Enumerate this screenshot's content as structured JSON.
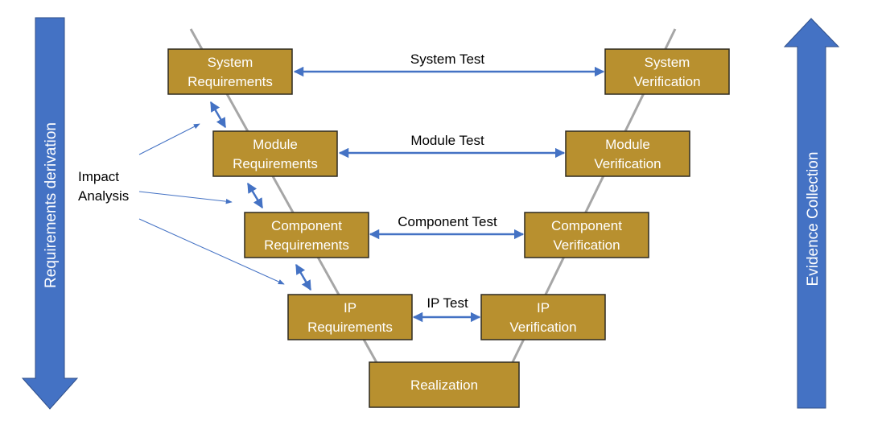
{
  "colors": {
    "box_fill": "#b8902f",
    "box_border": "#2e2a20",
    "arrow_blue": "#4472c4",
    "v_line": "#a6a6a6"
  },
  "side_arrows": {
    "left_label": "Requirements derivation",
    "right_label": "Evidence Collection"
  },
  "impact_analysis": {
    "line1": "Impact",
    "line2": "Analysis"
  },
  "levels": [
    {
      "left": {
        "line1": "System",
        "line2": "Requirements"
      },
      "test": "System Test",
      "right": {
        "line1": "System",
        "line2": "Verification"
      }
    },
    {
      "left": {
        "line1": "Module",
        "line2": "Requirements"
      },
      "test": "Module Test",
      "right": {
        "line1": "Module",
        "line2": "Verification"
      }
    },
    {
      "left": {
        "line1": "Component",
        "line2": "Requirements"
      },
      "test": "Component Test",
      "right": {
        "line1": "Component",
        "line2": "Verification"
      }
    },
    {
      "left": {
        "line1": "IP",
        "line2": "Requirements"
      },
      "test": "IP Test",
      "right": {
        "line1": "IP",
        "line2": "Verification"
      }
    }
  ],
  "bottom": {
    "label": "Realization"
  }
}
